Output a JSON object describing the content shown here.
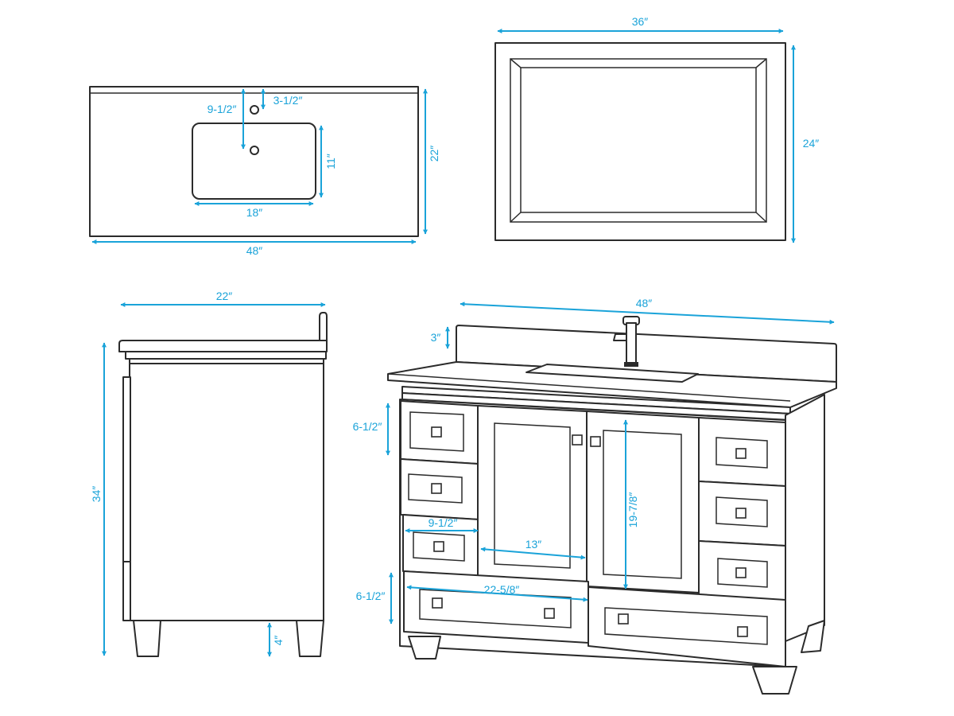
{
  "colors": {
    "line": "#2b2b2b",
    "dimension": "#1aa3d9",
    "background": "#ffffff"
  },
  "dimensions": {
    "top_sink_hole": "9-1/2″",
    "top_faucet_hole": "3-1/2″",
    "top_sink_depth": "11″",
    "top_depth": "22″",
    "top_sink_width": "18″",
    "top_width": "48″",
    "mirror_width": "36″",
    "mirror_height": "24″",
    "side_depth": "22″",
    "side_height": "34″",
    "side_leg": "4″",
    "front_width": "48″",
    "front_backsplash": "3″",
    "front_drawer_height": "6-1/2″",
    "front_small_drawer_width": "9-1/2″",
    "front_door_opening": "13″",
    "front_door_height": "19-7/8″",
    "front_bottom_drawer_height": "6-1/2″",
    "front_bottom_drawer_width": "22-5/8″"
  }
}
